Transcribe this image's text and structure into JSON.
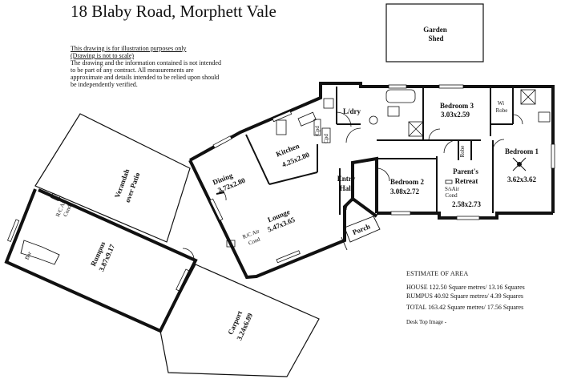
{
  "title": "18 Blaby Road, Morphett Vale",
  "disclaimer": {
    "line1": "This drawing is for illustration purposes only",
    "line2": "(Drawing is not to scale)",
    "body": "The drawing and the information contained is not intended to be part of any contract.  All measurements are approximate and details intended to be relied upon should be independently verified."
  },
  "rooms": {
    "garden_shed": [
      "Garden",
      "Shed"
    ],
    "laundry": "L/dry",
    "bedroom3": [
      "Bedroom 3",
      "3.03x2.59"
    ],
    "wi_robe": [
      "Wi",
      "Robe"
    ],
    "bedroom1": [
      "Bedroom 1",
      "3.62x3.62"
    ],
    "kitchen": [
      "Kitchen",
      "4.25x2.80"
    ],
    "dining": [
      "Dining",
      "2.72x2.80"
    ],
    "entry_hall": [
      "Entry",
      "Hall"
    ],
    "bedroom2": [
      "Bedroom 2",
      "3.08x2.72"
    ],
    "parents_retreat": [
      "Parent's",
      "Retreat"
    ],
    "parents_retreat_dim": "2.58x2.73",
    "robe": "Robe",
    "split_air": [
      "S/sAir",
      "Cond"
    ],
    "lounge": [
      "Lounge",
      "5.47x3.65"
    ],
    "rc_air_lounge": [
      "R/C Air",
      "Cond"
    ],
    "porch": "Porch",
    "verandah": [
      "Verandah",
      "over Patio"
    ],
    "rc_air_rumpus": [
      "R/C Air",
      "Cond"
    ],
    "rumpus": [
      "Rumpus",
      "3.87x9.17"
    ],
    "bar": "Bar",
    "carport": [
      "Carport",
      "3.24x6.89"
    ],
    "cupboard_labels": [
      "Cpd",
      "Cpd"
    ]
  },
  "estimate": {
    "heading": "ESTIMATE OF AREA",
    "house": "HOUSE   122.50 Square metres/  13.16 Squares",
    "rumpus": "RUMPUS 40.92   Square metres/  4.39 Squares",
    "total": "TOTAL  163.42 Square metres/  17.56 Squares",
    "desktop": "Desk Top Image -"
  }
}
